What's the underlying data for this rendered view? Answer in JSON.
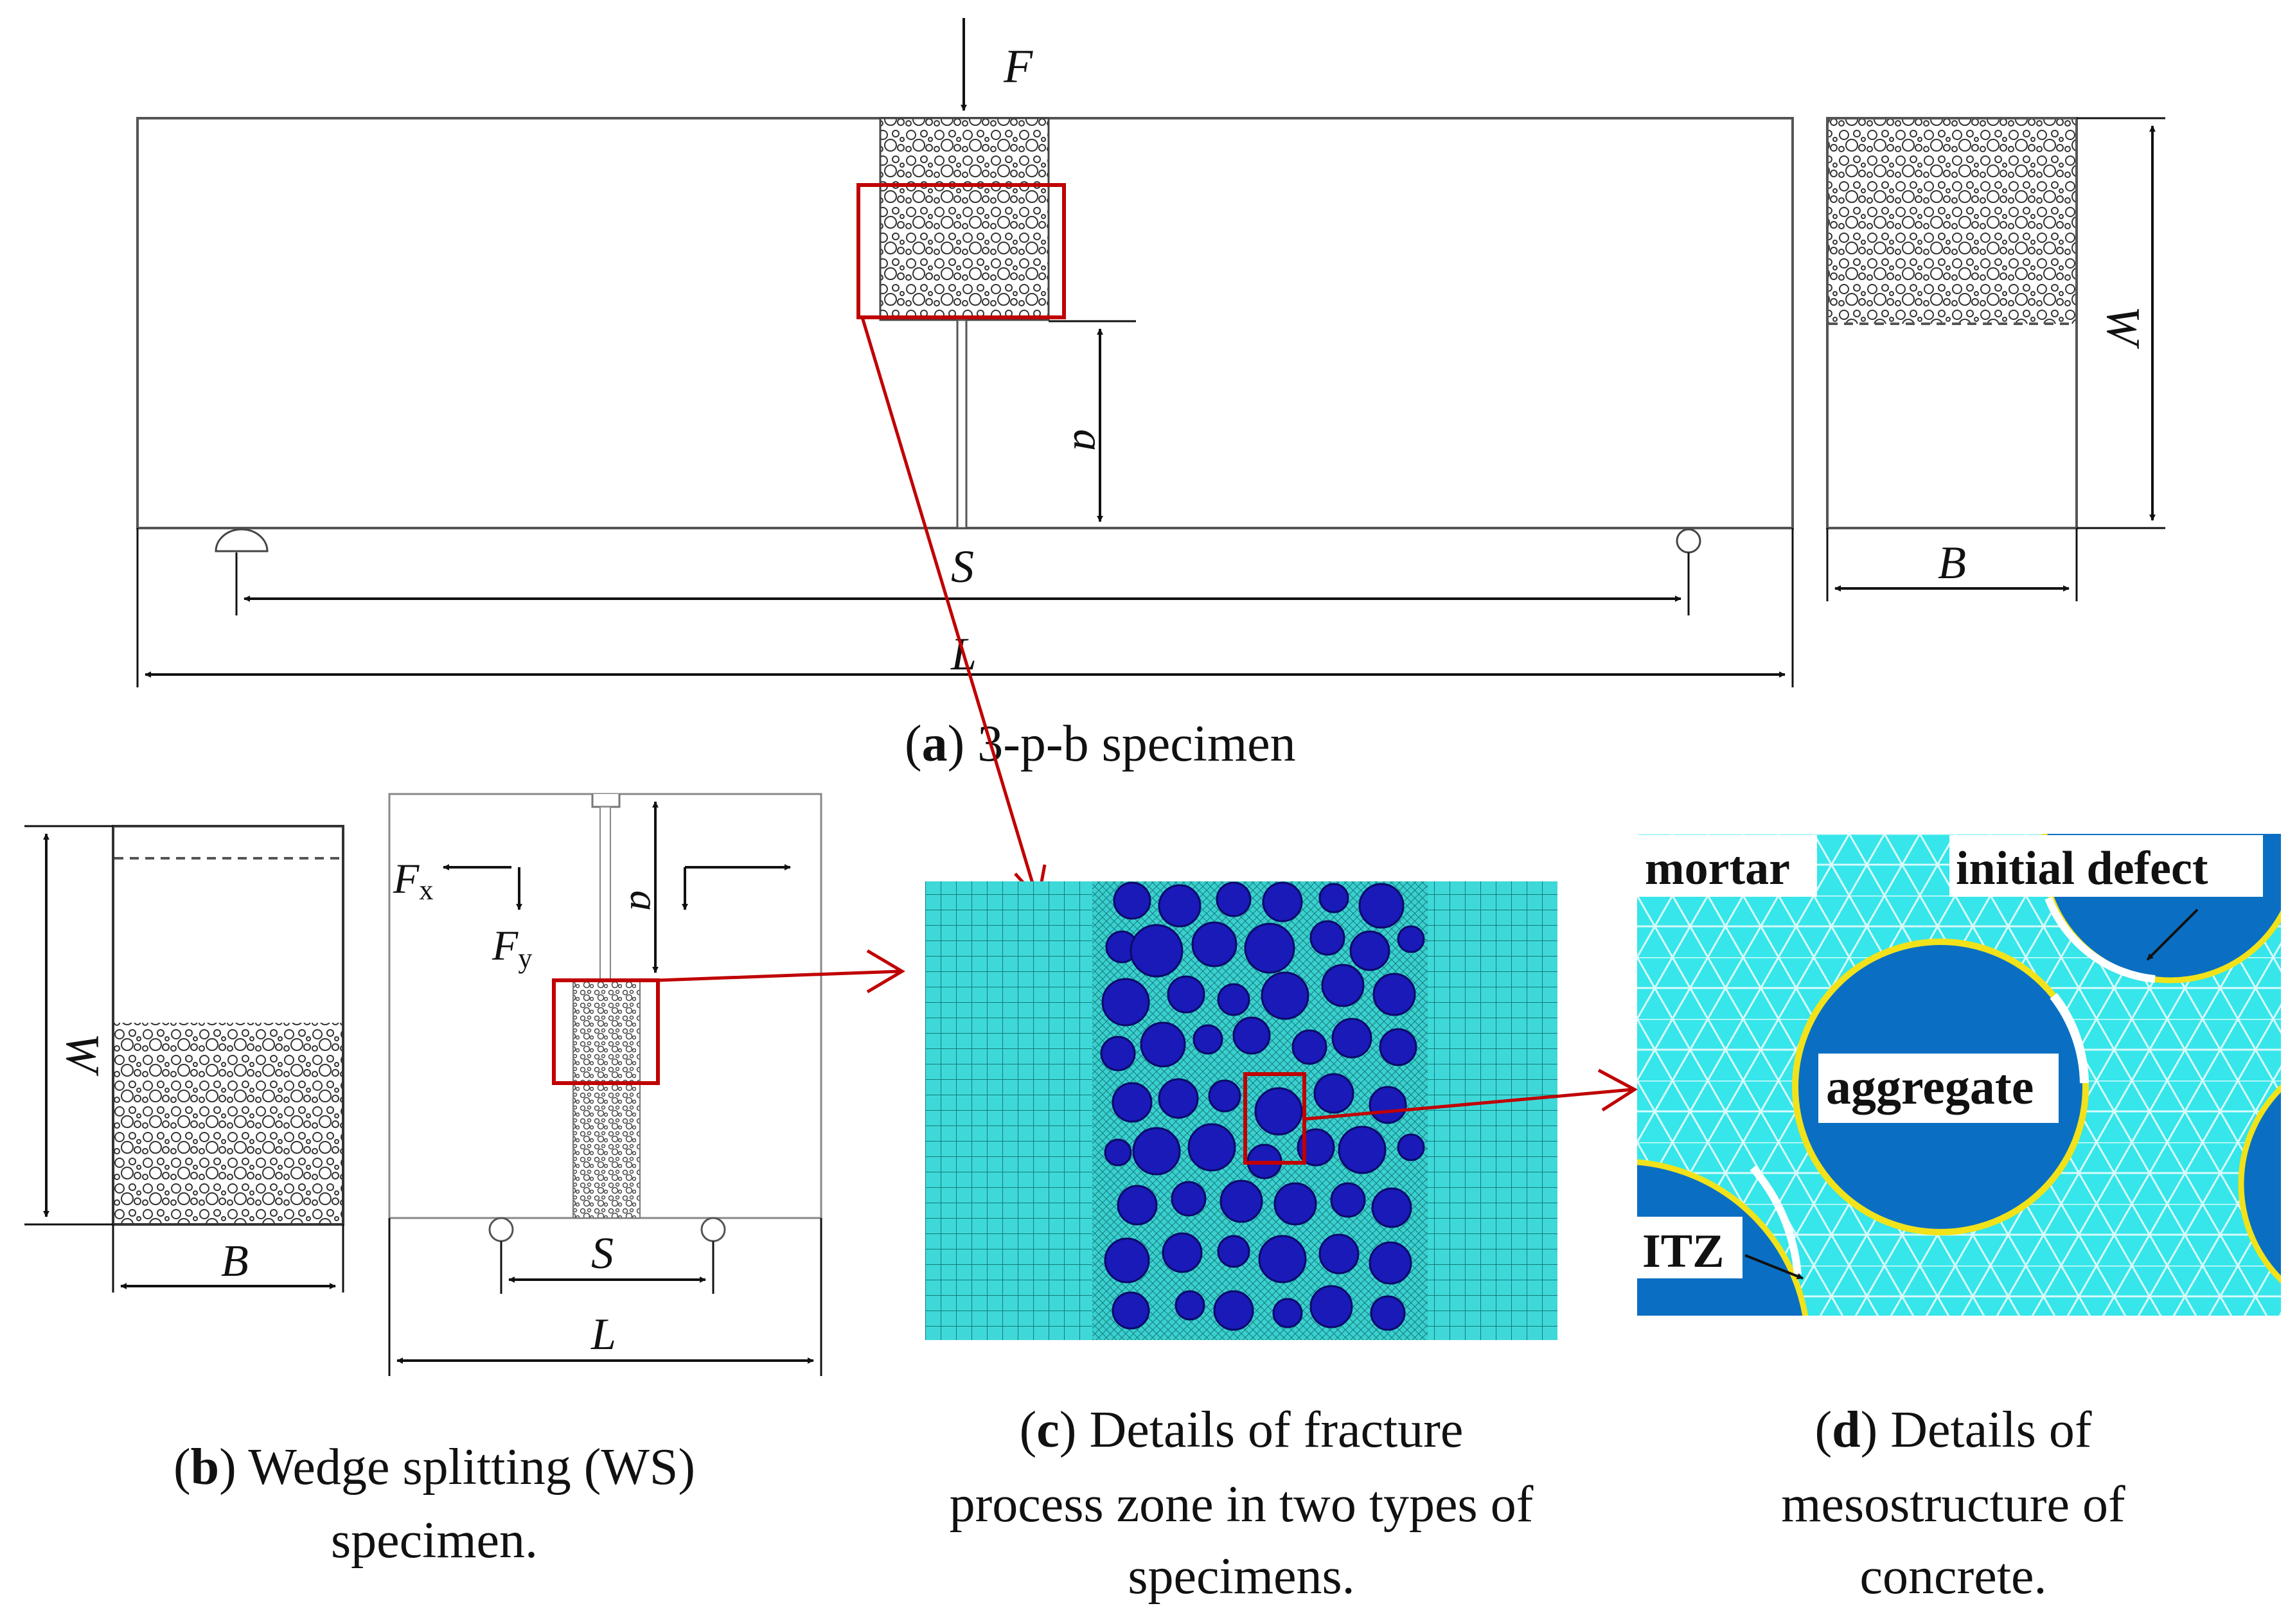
{
  "panel_a": {
    "force_label": "F",
    "crack_label": "a",
    "span_label": "S",
    "length_label": "L",
    "width_label": "B",
    "height_label": "W",
    "caption_letter": "a",
    "caption_text": "3-p-b specimen"
  },
  "panel_b": {
    "height_label": "W",
    "width_label": "B",
    "fx_label": "F",
    "fx_sub": "x",
    "fy_label": "F",
    "fy_sub": "y",
    "crack_label": "a",
    "span_label": "S",
    "length_label": "L",
    "caption_letter": "b",
    "caption_line1": "Wedge splitting (WS)",
    "caption_line2": "specimen."
  },
  "panel_c": {
    "caption_letter": "c",
    "caption_line1": "Details of fracture",
    "caption_line2": "process zone in two types of",
    "caption_line3": "specimens."
  },
  "panel_d": {
    "mortar_label": "mortar",
    "defect_label": "initial defect",
    "aggregate_label": "aggregate",
    "itz_label": "ITZ",
    "caption_letter": "d",
    "caption_line1": "Details of",
    "caption_line2": "mesostructure of",
    "caption_line3": "concrete."
  },
  "colors": {
    "highlight": "#c00000",
    "mesh_cyan": "#33d6d6",
    "aggregate_fill": "#1a1ab8",
    "detail_mortar": "#33e6ea",
    "detail_aggregate": "#0a6fc2",
    "itz_ring": "#f2e21a"
  }
}
